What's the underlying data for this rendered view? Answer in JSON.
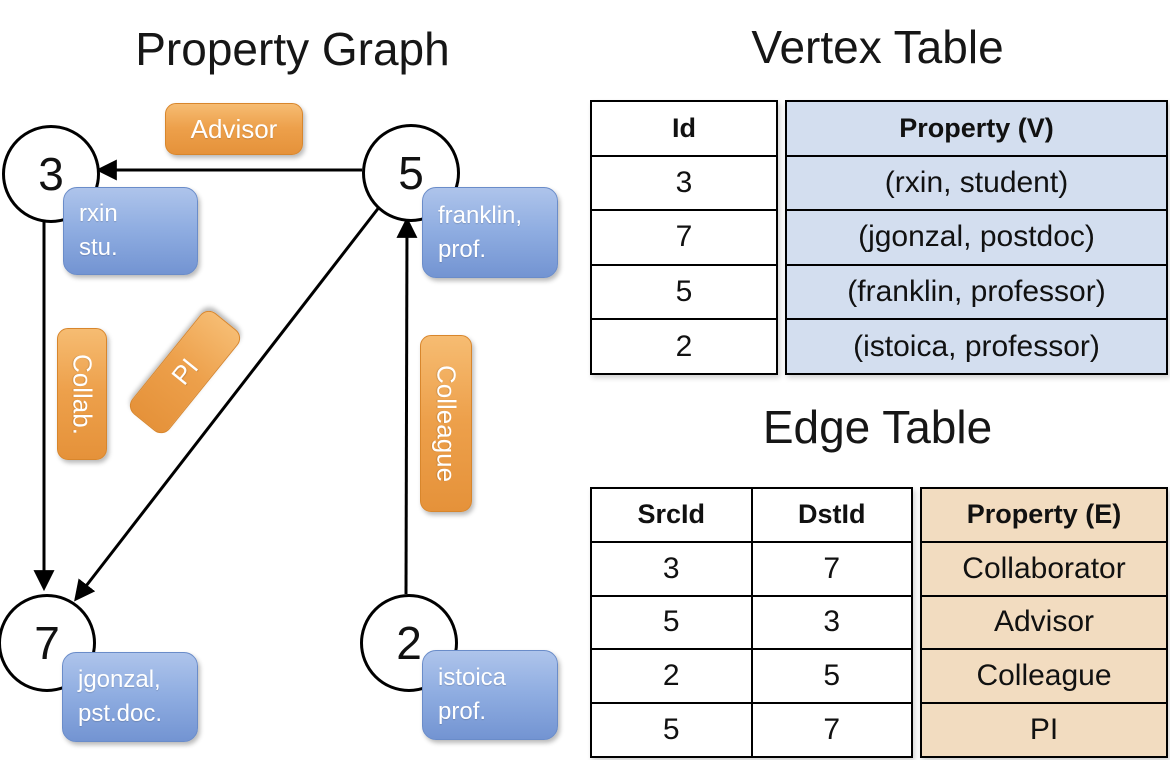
{
  "titles": {
    "graph": "Property Graph",
    "vertex_table": "Vertex Table",
    "edge_table": "Edge Table"
  },
  "graph": {
    "nodes": [
      {
        "id": "3",
        "line1": "rxin",
        "line2": "stu."
      },
      {
        "id": "5",
        "line1": "franklin,",
        "line2": "prof."
      },
      {
        "id": "7",
        "line1": "jgonzal,",
        "line2": "pst.doc."
      },
      {
        "id": "2",
        "line1": "istoica",
        "line2": "prof."
      }
    ],
    "edges": [
      {
        "label": "Advisor",
        "src": "5",
        "dst": "3"
      },
      {
        "label": "Collab.",
        "src": "3",
        "dst": "7"
      },
      {
        "label": "PI",
        "src": "5",
        "dst": "7"
      },
      {
        "label": "Colleague",
        "src": "2",
        "dst": "5"
      }
    ]
  },
  "vertex_table": {
    "headers": [
      "Id",
      "Property (V)"
    ],
    "rows": [
      {
        "id": "3",
        "property": "(rxin, student)"
      },
      {
        "id": "7",
        "property": "(jgonzal, postdoc)"
      },
      {
        "id": "5",
        "property": "(franklin, professor)"
      },
      {
        "id": "2",
        "property": "(istoica, professor)"
      }
    ]
  },
  "edge_table": {
    "headers": [
      "SrcId",
      "DstId",
      "Property (E)"
    ],
    "rows": [
      {
        "src": "3",
        "dst": "7",
        "property": "Collaborator"
      },
      {
        "src": "5",
        "dst": "3",
        "property": "Advisor"
      },
      {
        "src": "2",
        "dst": "5",
        "property": "Colleague"
      },
      {
        "src": "5",
        "dst": "7",
        "property": "PI"
      }
    ]
  },
  "colors": {
    "edge_pill_orange": "#eda04b",
    "vertex_pill_blue": "#8fade1",
    "vertex_cell_bg": "#d3deef",
    "edge_cell_bg": "#f2dcc0",
    "line_black": "#000000"
  }
}
